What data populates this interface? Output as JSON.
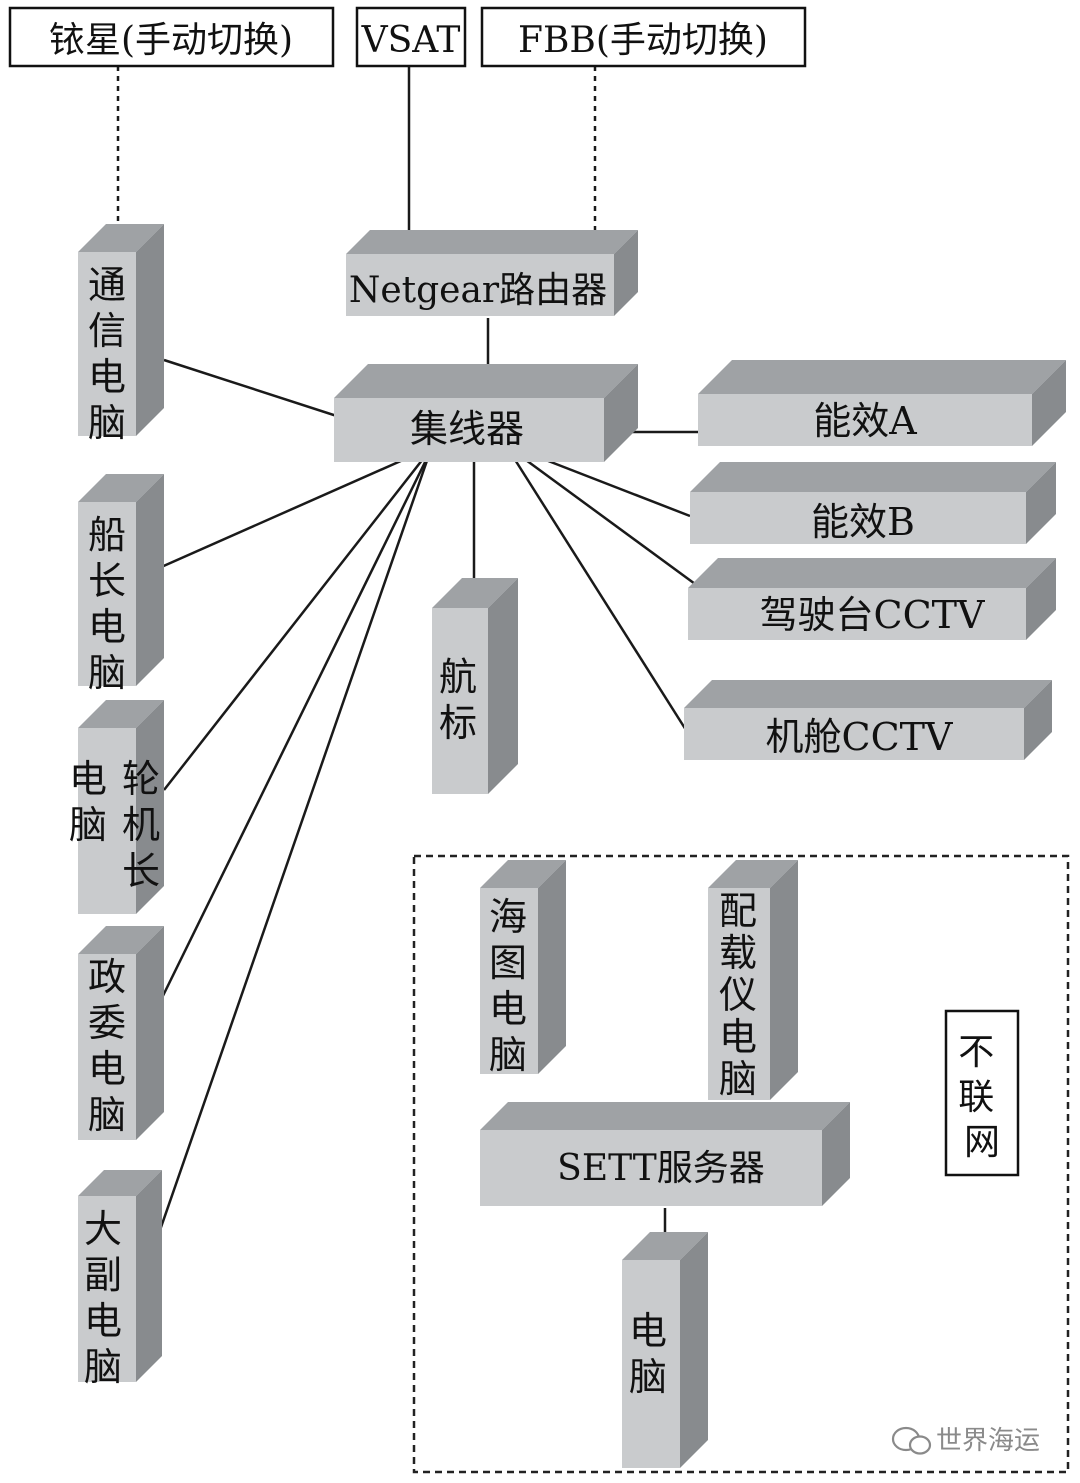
{
  "links": {
    "iridium": "铱星(手动切换)",
    "vsat": "VSAT",
    "fbb": "FBB(手动切换)"
  },
  "router": "Netgear路由器",
  "hub": "集线器",
  "pcs": {
    "comm": "通信电脑",
    "captain": "船长电脑",
    "chief_engineer_a": "轮机长",
    "chief_engineer_b": "电脑",
    "commissar": "政委电脑",
    "chief_officer": "大副电脑",
    "ais": "航标"
  },
  "devices": {
    "efficiency_a": "能效A",
    "efficiency_b": "能效B",
    "bridge_cctv": "驾驶台CCTV",
    "engine_cctv": "机舱CCTV"
  },
  "offline": {
    "label": "不联网",
    "chart_pc": "海图电脑",
    "loading_pc": "配载仪电脑",
    "sett_server": "SETT服务器",
    "pc": "电脑"
  },
  "watermark": "世界海运",
  "colors": {
    "box_front": "#c9cbcd",
    "box_top": "#9fa2a5",
    "box_side": "#888b8e",
    "line": "#1a1a1a"
  }
}
